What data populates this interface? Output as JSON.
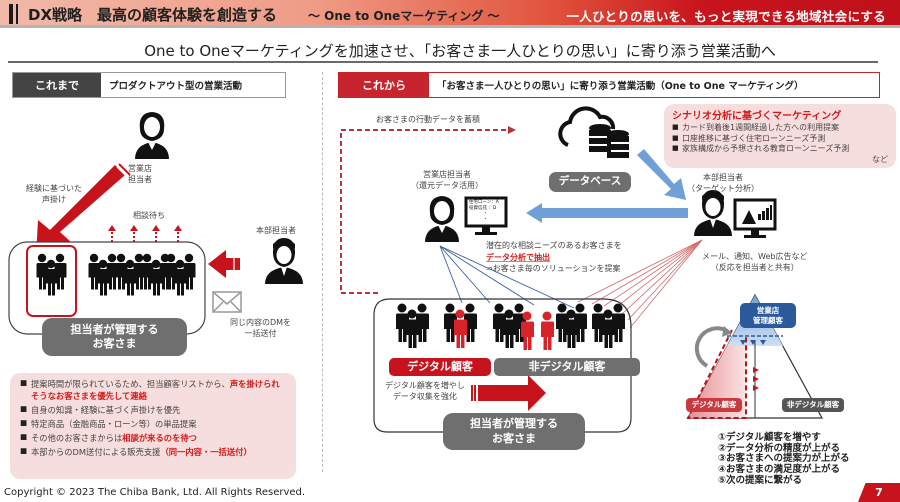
{
  "header": {
    "title": "DX戦略　最高の顧客体験を創造する",
    "subtitle": "～ One to Oneマーケティング ～",
    "slogan": "一人ひとりの思いを、もっと実現できる地域社会にする"
  },
  "headline": "One to Oneマーケティングを加速させ、「お客さま一人ひとりの思い」に寄り添う営業活動へ",
  "before": {
    "tag_label": "これまで",
    "tag_text": "プロダクトアウト型の営業活動",
    "branch_staff": "営業店\n担当者",
    "experience_call": "経験に基づいた\n声掛け",
    "waiting": "相談待ち",
    "hq_staff": "本部担当者",
    "dm_note": "同じ内容のDMを\n一括送付",
    "customers_pill": "担当者が管理する\nお客さま",
    "bullets": [
      {
        "text": "提案時間が限られているため、担当顧客リストから、",
        "highlight": "声を掛けられそうなお客さまを優先して連絡"
      },
      {
        "text": "自身の知識・経験に基づく声掛けを優先",
        "highlight": ""
      },
      {
        "text": "特定商品（金融商品・ローン等）の単品提案",
        "highlight": ""
      },
      {
        "text": "その他のお客さまからは",
        "highlight": "相談が来るのを待つ"
      },
      {
        "text": "本部からのDM送付による販売支援",
        "highlight": "（同一内容・一括送付）"
      }
    ]
  },
  "after": {
    "tag_label": "これから",
    "tag_text": "「お客さま一人ひとりの思い」に寄り添う営業活動（One to One マーケティング）",
    "behavior_data": "お客さまの行動データを蓄積",
    "database_pill": "データベース",
    "branch_staff": "営業店担当者\n（還元データ活用）",
    "screen_lines": [
      "住宅ローン：A",
      "投資信託 ：D",
      "・",
      "・"
    ],
    "potential_needs": "潜在的な相談ニーズのあるお客さまを",
    "data_extract": "データ分析で抽出",
    "propose": "⇒お客さま毎のソリューションを提案",
    "hq_staff": "本部担当者\n（ターゲット分析）",
    "channels": "メール、通知、Web広告など\n（反応を担当者と共有）",
    "scenario": {
      "title": "シナリオ分析に基づくマーケティング",
      "items": [
        "カード到着後1週間経過した方への利用提案",
        "口座推移に基づく住宅ローンニーズ予測",
        "家族構成から予想される教育ローンニーズ予測"
      ],
      "etc": "など"
    },
    "digital_pill": "デジタル顧客",
    "nondigital_pill": "非デジタル顧客",
    "increase_note": "デジタル顧客を増やし\nデータ収集を強化",
    "customers_pill": "担当者が管理する\nお客さま",
    "pyramid": {
      "top": "営業店\n管理顧客",
      "left": "デジタル顧客",
      "right": "非デジタル顧客"
    },
    "results": [
      "①デジタル顧客を増やす",
      "②データ分析の精度が上がる",
      "③お客さまへの提案力が上がる",
      "④お客さまの満足度が上がる",
      "⑤次の提案に繋がる"
    ]
  },
  "footer": {
    "copyright": "Copyright © 2023 The Chiba Bank, Ltd. All Rights Reserved.",
    "page": "7"
  },
  "colors": {
    "accent_red": "#c7252d",
    "dark_gray": "#444444",
    "pill_gray": "#6f6f6f",
    "arrow_blue": "#6fa0d8",
    "pink_bg": "#f7dede"
  }
}
